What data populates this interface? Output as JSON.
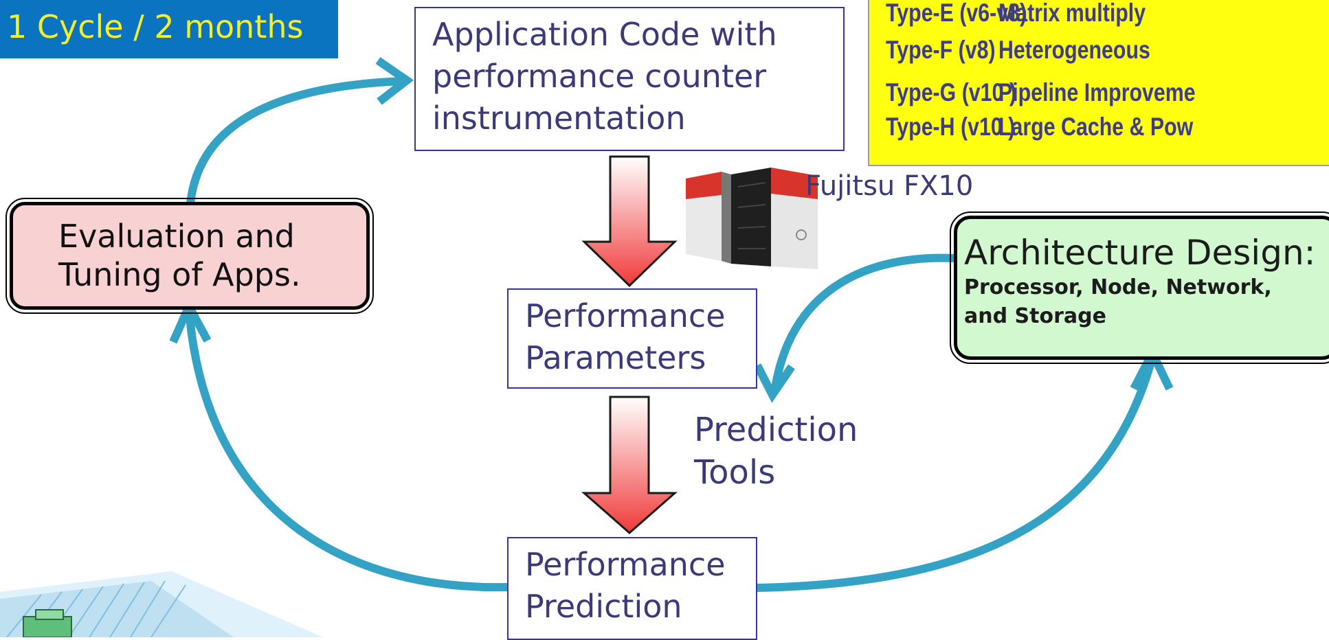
{
  "cycle_badge": {
    "text": "1 Cycle / 2 months"
  },
  "app_code_box": {
    "lines": [
      "Application Code with",
      "performance counter",
      "instrumentation"
    ]
  },
  "types_table": {
    "rows": [
      {
        "type": "Type-E (v6-v8)",
        "desc": "Matrix multiply"
      },
      {
        "type": "Type-F (v8)",
        "desc": "Heterogeneous"
      },
      {
        "type": "Type-G (v10 )",
        "desc": "Pipeline Improveme"
      },
      {
        "type": "Type-H (v10 )",
        "desc": "Large Cache & Pow"
      }
    ]
  },
  "fx10": {
    "label": "Fujitsu FX10"
  },
  "evaluation_box": {
    "lines": [
      "Evaluation and",
      "Tuning of Apps."
    ]
  },
  "architecture_box": {
    "title": "Architecture Design:",
    "subtitle_lines": [
      "Processor, Node, Network,",
      "and Storage"
    ]
  },
  "parameters_box": {
    "lines": [
      "Performance",
      "Parameters"
    ]
  },
  "prediction_tools": {
    "lines": [
      "Prediction",
      "Tools"
    ]
  },
  "prediction_box": {
    "lines": [
      "Performance",
      "Prediction"
    ]
  },
  "colors": {
    "cycle_arrow": "#34a2c4",
    "flow_arrow_top": "#ffffff",
    "flow_arrow_bottom": "#f03a3a",
    "badge": "#0b74c0",
    "badge_text": "#f5ee2a",
    "types_bg": "#ffff0f",
    "eval_bg": "#f8d1d3",
    "arch_bg": "#d1f8cf"
  }
}
